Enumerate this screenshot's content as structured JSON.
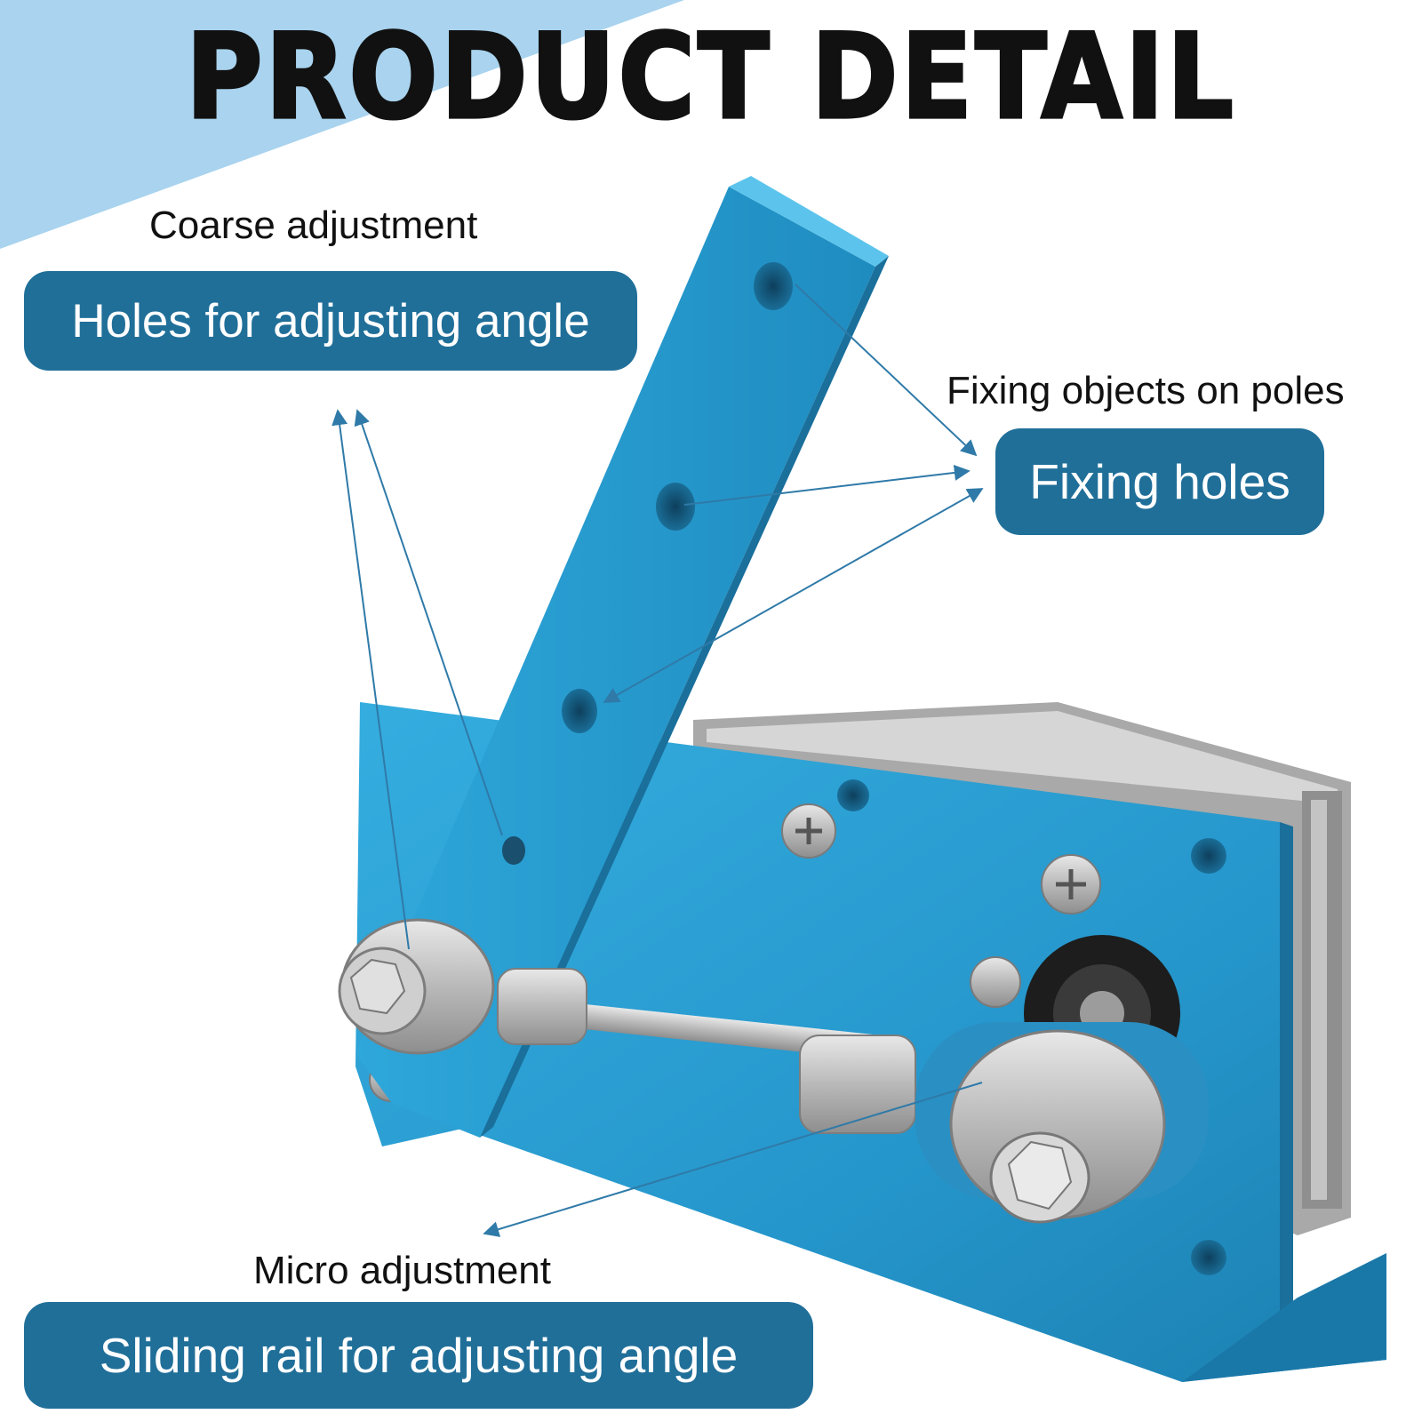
{
  "header": {
    "title": "PRODUCT DETAIL"
  },
  "callouts": {
    "coarse": {
      "label": "Coarse adjustment",
      "pill": "Holes for adjusting angle"
    },
    "fixing": {
      "label": "Fixing objects on poles",
      "pill": "Fixing holes"
    },
    "micro": {
      "label": "Micro adjustment",
      "pill": "Sliding rail for adjusting angle"
    }
  },
  "colors": {
    "pill": "#206f99",
    "accent_band": "#a9d3ee",
    "metal_blue": "#2a9ed2",
    "arrow": "#2f7aa8"
  }
}
